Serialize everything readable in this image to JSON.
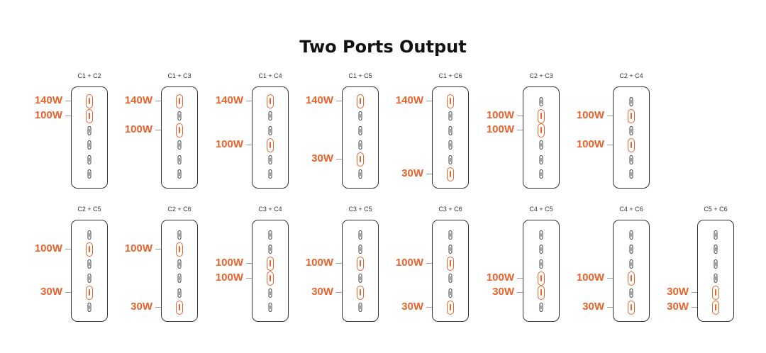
{
  "title": "Two Ports Output",
  "colors": {
    "accent": "#e8622c",
    "outline": "#333333"
  },
  "combos": [
    {
      "label": "C1 + C2",
      "ports": [
        1,
        2
      ],
      "watts": [
        "140W",
        "100W"
      ]
    },
    {
      "label": "C1 + C3",
      "ports": [
        1,
        3
      ],
      "watts": [
        "140W",
        "100W"
      ]
    },
    {
      "label": "C1 + C4",
      "ports": [
        1,
        4
      ],
      "watts": [
        "140W",
        "100W"
      ]
    },
    {
      "label": "C1 + C5",
      "ports": [
        1,
        5
      ],
      "watts": [
        "140W",
        "30W"
      ]
    },
    {
      "label": "C1 + C6",
      "ports": [
        1,
        6
      ],
      "watts": [
        "140W",
        "30W"
      ]
    },
    {
      "label": "C2 + C3",
      "ports": [
        2,
        3
      ],
      "watts": [
        "100W",
        "100W"
      ]
    },
    {
      "label": "C2 + C4",
      "ports": [
        2,
        4
      ],
      "watts": [
        "100W",
        "100W"
      ]
    },
    {
      "label": "C2 + C5",
      "ports": [
        2,
        5
      ],
      "watts": [
        "100W",
        "30W"
      ]
    },
    {
      "label": "C2 + C6",
      "ports": [
        2,
        6
      ],
      "watts": [
        "100W",
        "30W"
      ]
    },
    {
      "label": "C3 + C4",
      "ports": [
        3,
        4
      ],
      "watts": [
        "100W",
        "100W"
      ]
    },
    {
      "label": "C3 + C5",
      "ports": [
        3,
        5
      ],
      "watts": [
        "100W",
        "30W"
      ]
    },
    {
      "label": "C3 + C6",
      "ports": [
        3,
        6
      ],
      "watts": [
        "100W",
        "30W"
      ]
    },
    {
      "label": "C4 + C5",
      "ports": [
        4,
        5
      ],
      "watts": [
        "100W",
        "30W"
      ]
    },
    {
      "label": "C4 + C6",
      "ports": [
        4,
        6
      ],
      "watts": [
        "100W",
        "30W"
      ]
    },
    {
      "label": "C5 + C6",
      "ports": [
        5,
        6
      ],
      "watts": [
        "30W",
        "30W"
      ]
    }
  ]
}
